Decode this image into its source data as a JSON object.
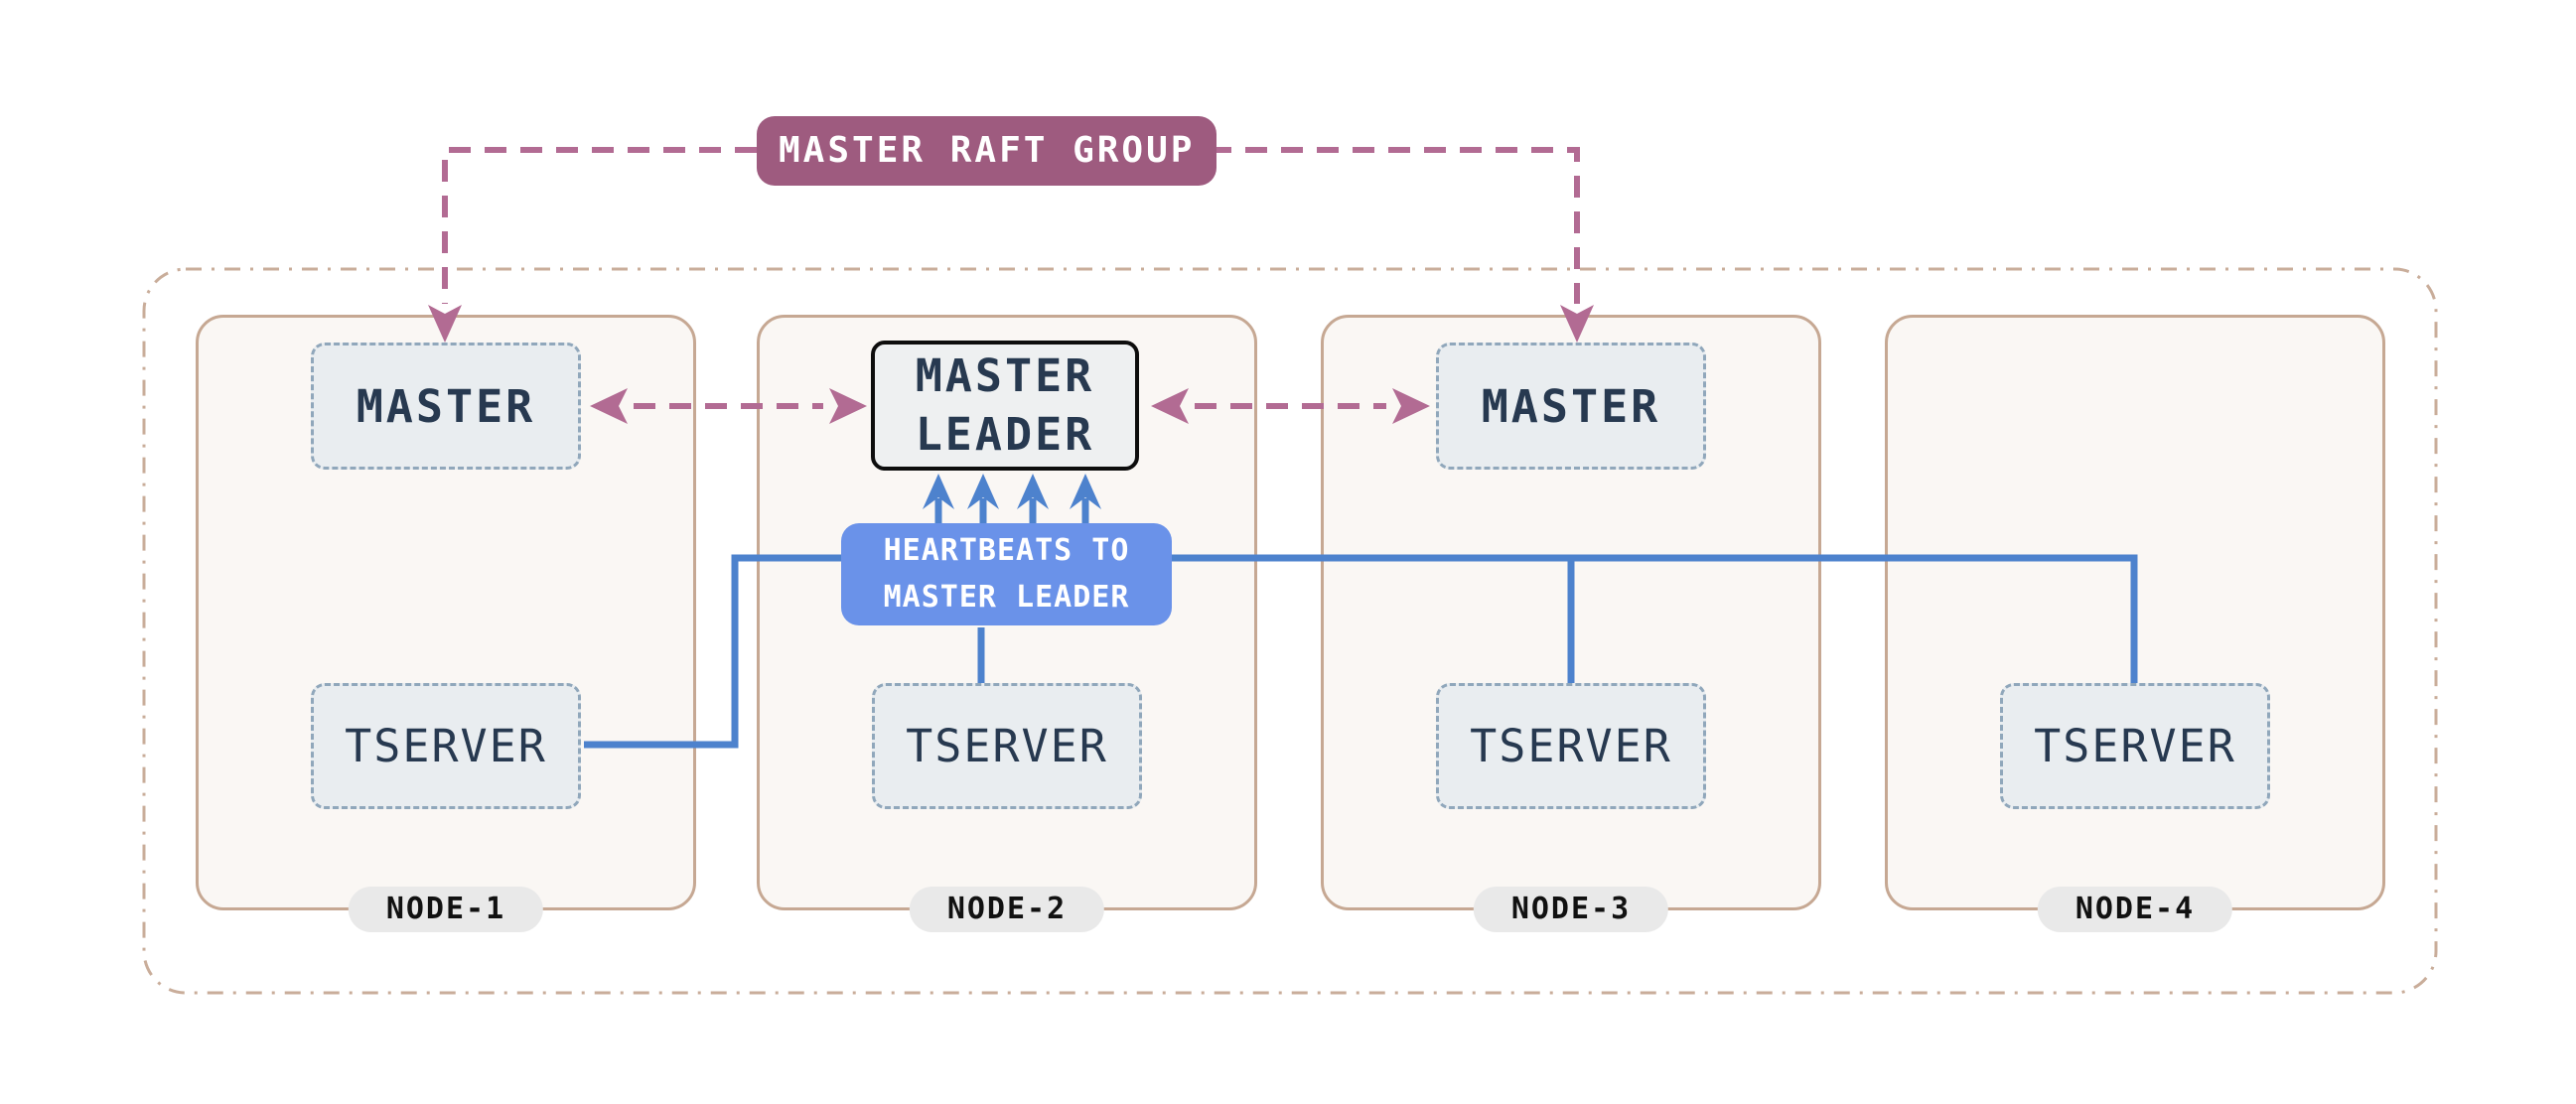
{
  "colors": {
    "arrow_pink": "#b26b93",
    "raft_fill": "#9e5b7f",
    "line_blue": "#4d82cd",
    "heartbeat_fill": "#6a92e9",
    "label_navy": "#273950",
    "node_fill": "#faf7f4",
    "node_border": "#c6a893",
    "cluster_border": "#c9ad9a",
    "unit_fill": "#e9edf0",
    "unit_border": "#90a7bb",
    "pill_fill": "#e9e9e9",
    "leader_border": "#0d0d0d",
    "leader_fill": "#eef0f1"
  },
  "raft_group": {
    "label": "MASTER RAFT GROUP"
  },
  "master_leader": {
    "line1": "MASTER",
    "line2": "LEADER"
  },
  "heartbeats": {
    "line1": "HEARTBEATS TO",
    "line2": "MASTER LEADER"
  },
  "nodes": [
    {
      "name": "NODE-1",
      "master": "MASTER",
      "tserver": "TSERVER"
    },
    {
      "name": "NODE-2",
      "tserver": "TSERVER"
    },
    {
      "name": "NODE-3",
      "master": "MASTER",
      "tserver": "TSERVER"
    },
    {
      "name": "NODE-4",
      "tserver": "TSERVER"
    }
  ]
}
